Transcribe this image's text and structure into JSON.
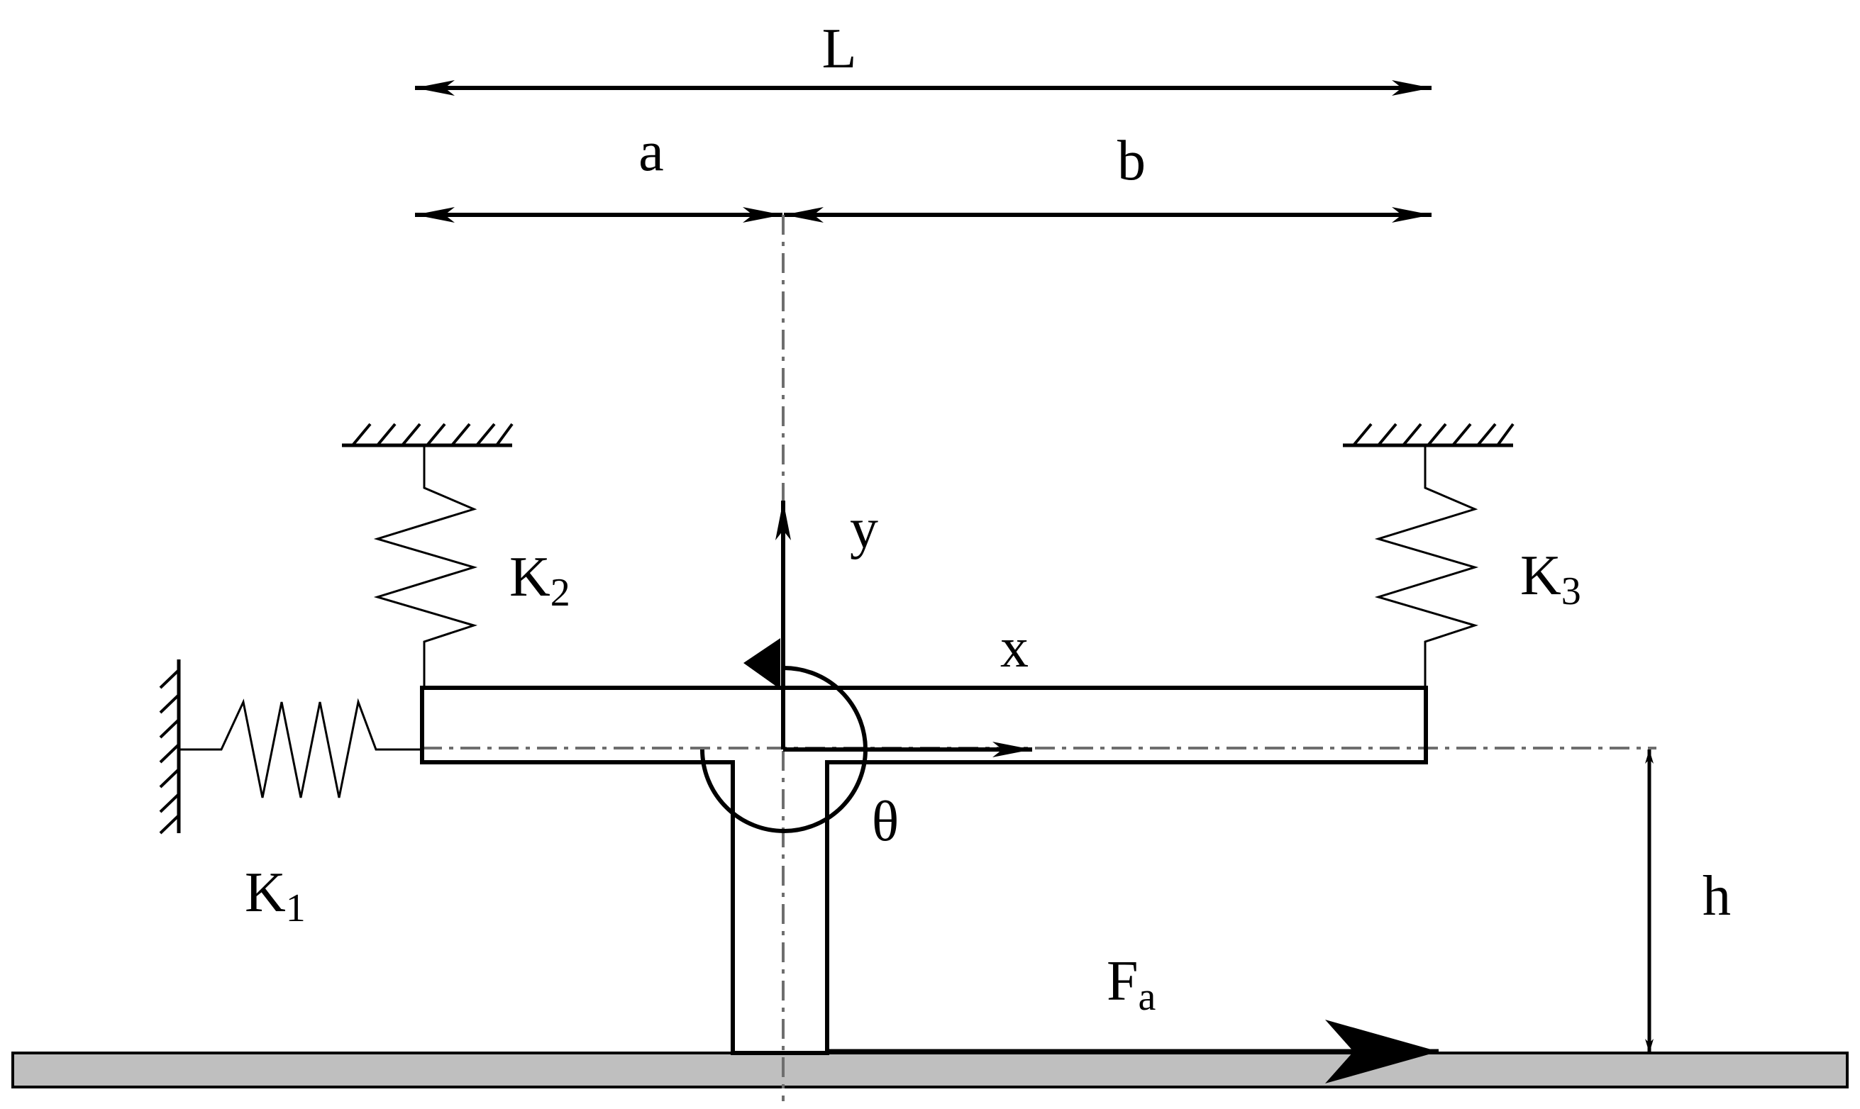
{
  "labels": {
    "L": "L",
    "a": "a",
    "b": "b",
    "y": "y",
    "x": "x",
    "theta": "θ",
    "h": "h",
    "K1": {
      "base": "K",
      "sub": "1"
    },
    "K2": {
      "base": "K",
      "sub": "2"
    },
    "K3": {
      "base": "K",
      "sub": "3"
    },
    "Fa": {
      "base": "F",
      "sub": "a"
    }
  },
  "colors": {
    "line": "#000000",
    "centerline": "#6e6e6e",
    "ground": "#bfbfbf"
  }
}
